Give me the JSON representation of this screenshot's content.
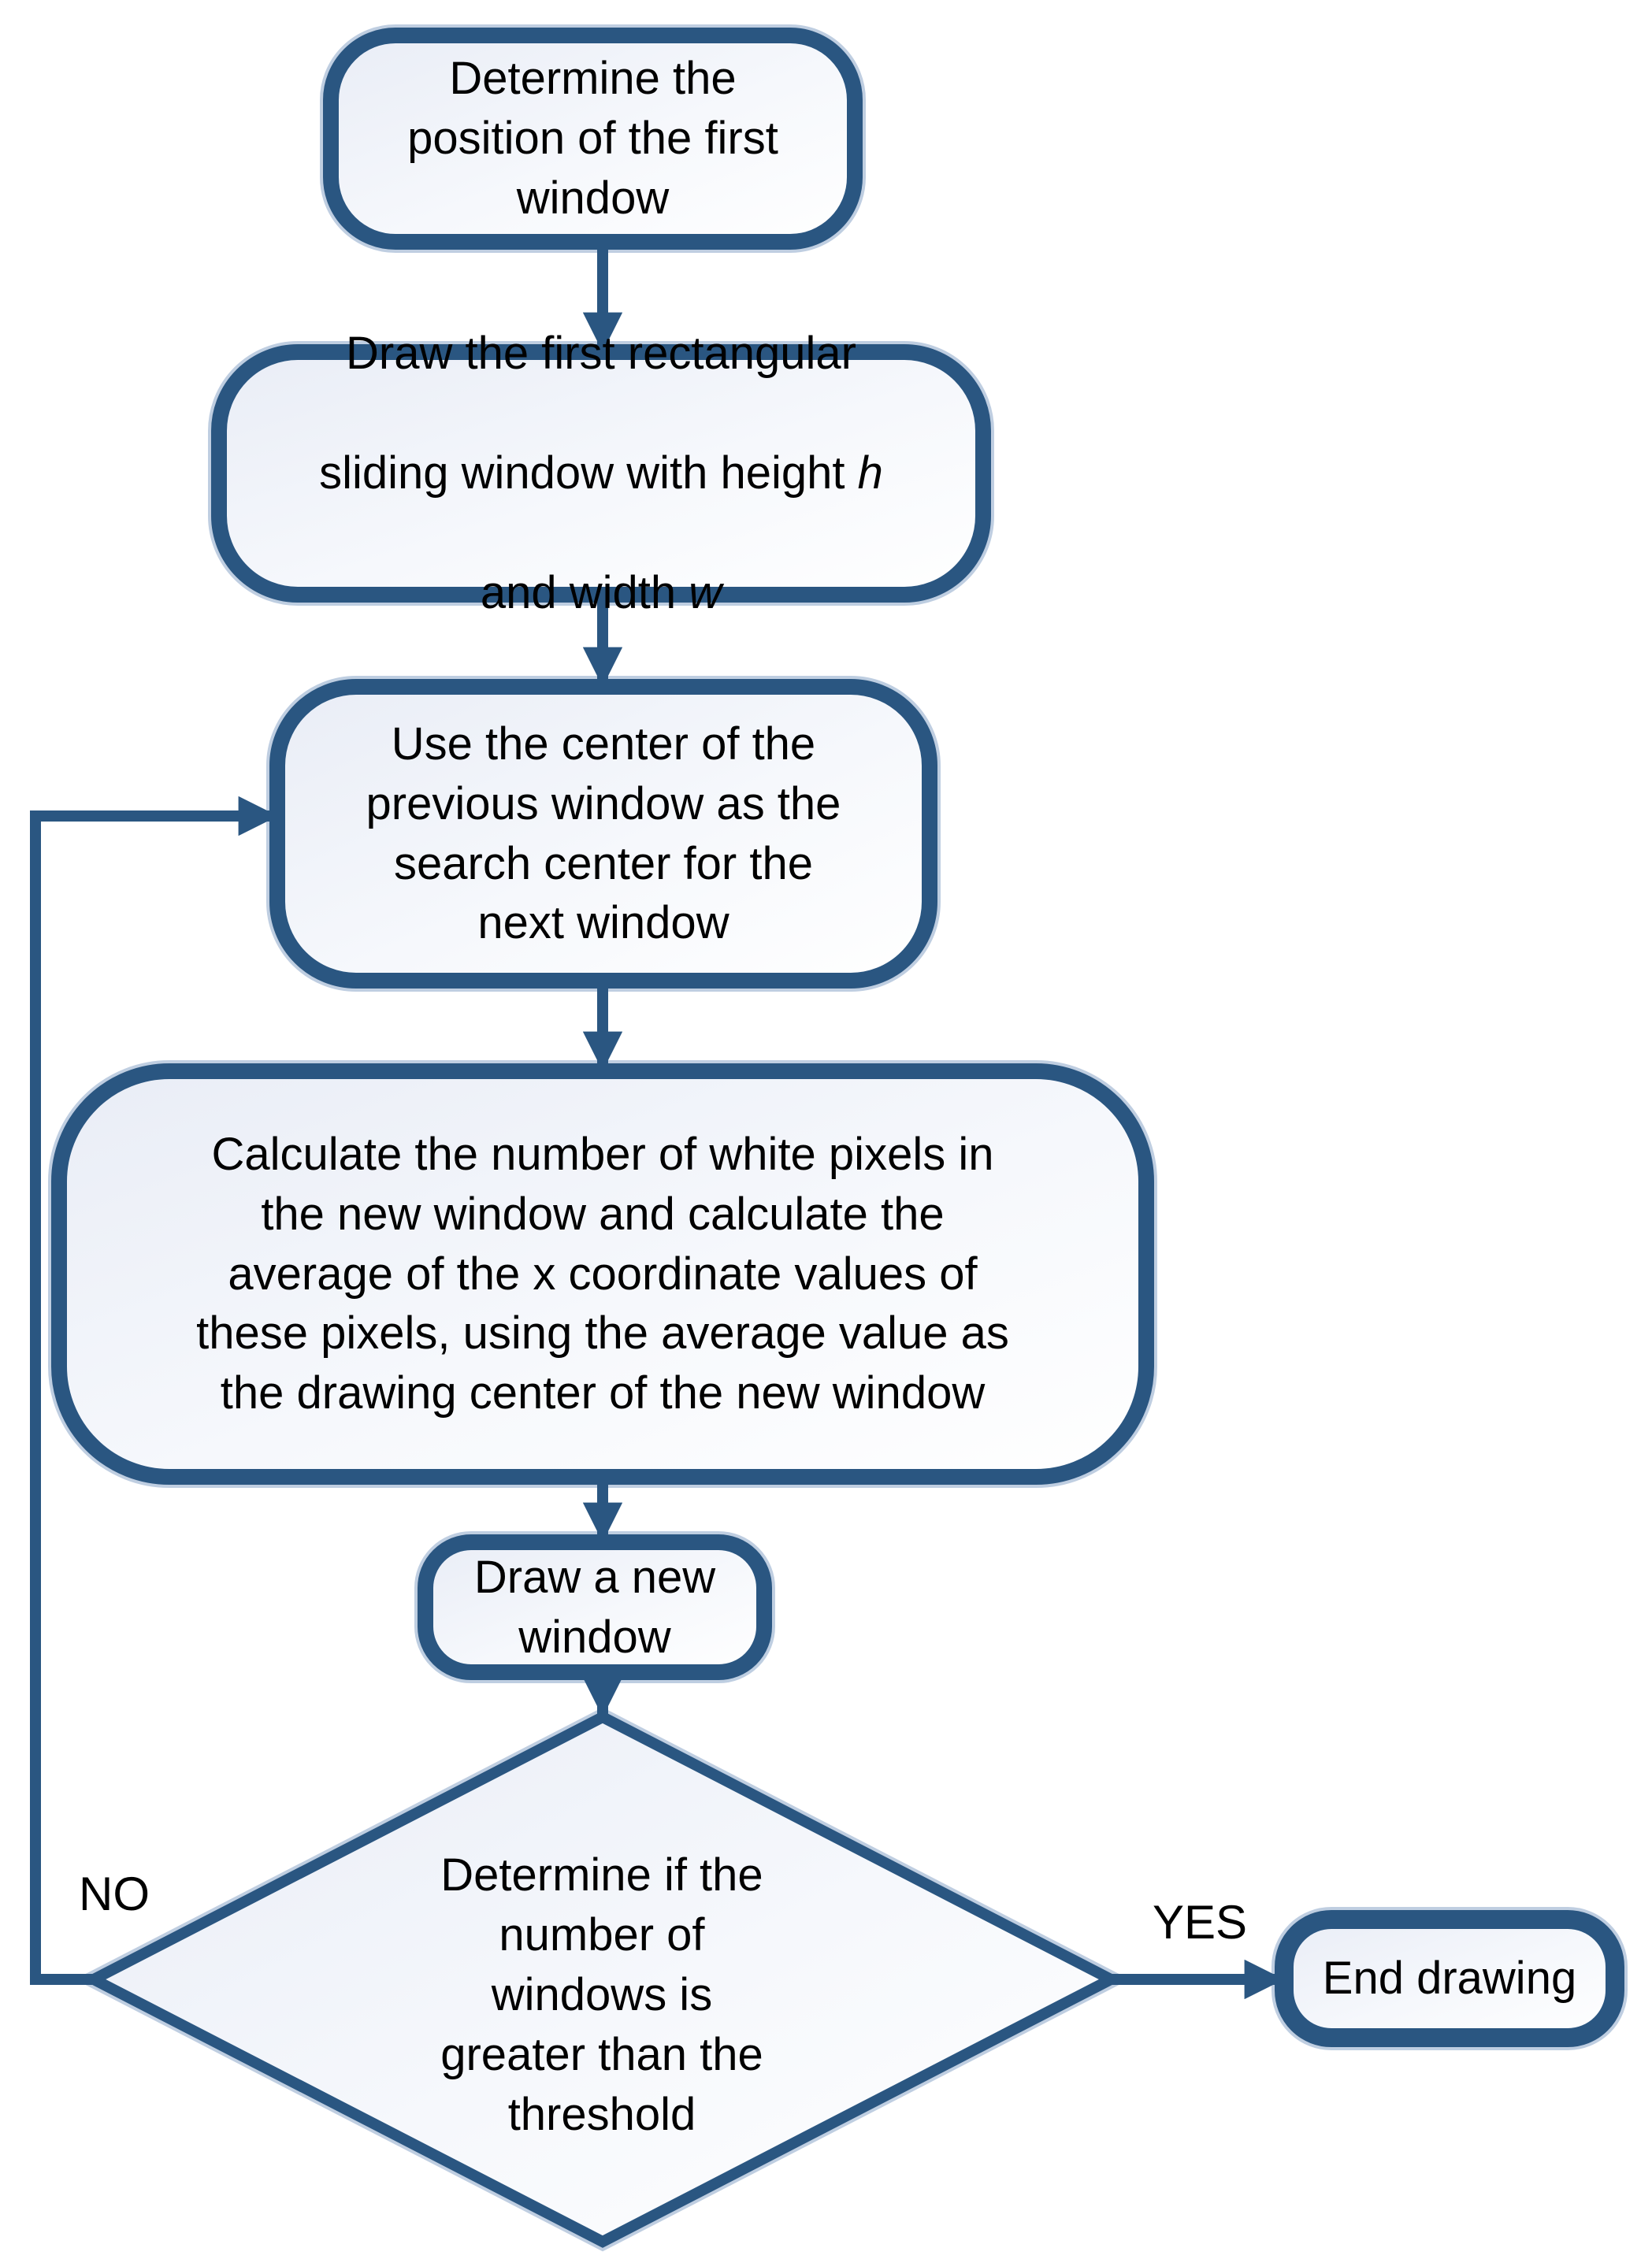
{
  "diagram": {
    "kind": "flowchart",
    "colors": {
      "stroke": "#2A5681",
      "halo": "#AFC2DA",
      "fill_top": "#E9EDF6",
      "fill_mid": "#F6F8FC",
      "fill_bottom": "#FFFFFF",
      "text": "#000000"
    },
    "nodes": {
      "step1": {
        "shape": "rounded-rect",
        "text": "Determine the\nposition of the first\nwindow"
      },
      "step2": {
        "shape": "rounded-rect",
        "line1": "Draw the first rectangular",
        "line2_text": "sliding window with height",
        "line2_var": "h",
        "line3_text": "and width",
        "line3_var": "w"
      },
      "step3": {
        "shape": "rounded-rect",
        "text": "Use the center of the\nprevious window as the\nsearch center for the\nnext window"
      },
      "step4": {
        "shape": "rounded-rect",
        "text": "Calculate the number of white pixels in\nthe new window and calculate the\naverage of the x coordinate values of\nthese pixels, using the average value as\nthe drawing center of the new window"
      },
      "step5": {
        "shape": "rounded-rect",
        "text": "Draw a new\nwindow"
      },
      "decision": {
        "shape": "diamond",
        "text": "Determine if the\nnumber of\nwindows is\ngreater than the\nthreshold"
      },
      "end": {
        "shape": "rounded-rect",
        "text": "End drawing"
      }
    },
    "edge_labels": {
      "no": "NO",
      "yes": "YES"
    }
  }
}
